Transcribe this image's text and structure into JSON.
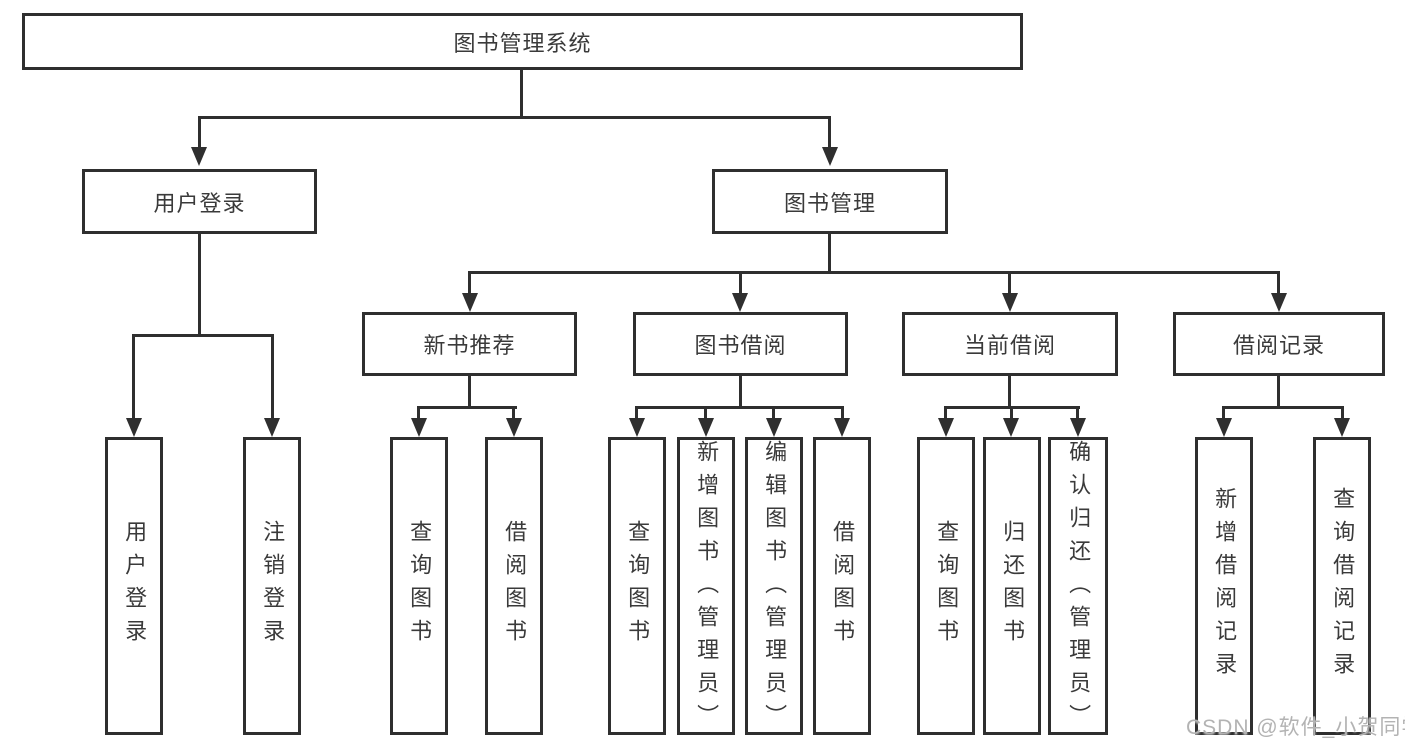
{
  "colors": {
    "background": "#ffffff",
    "line": "#2f2f2f",
    "box_border": "#2f2f2f",
    "text": "#3a3a3a",
    "watermark": "#b3b3b3"
  },
  "tree": {
    "label": "图书管理系统",
    "children": [
      {
        "label": "用户登录",
        "children": [
          {
            "label": "用户登录"
          },
          {
            "label": "注销登录"
          }
        ]
      },
      {
        "label": "图书管理",
        "children": [
          {
            "label": "新书推荐",
            "children": [
              {
                "label": "查询图书"
              },
              {
                "label": "借阅图书"
              }
            ]
          },
          {
            "label": "图书借阅",
            "children": [
              {
                "label": "查询图书"
              },
              {
                "label": "新增图书（管理员）"
              },
              {
                "label": "编辑图书（管理员）"
              },
              {
                "label": "借阅图书"
              }
            ]
          },
          {
            "label": "当前借阅",
            "children": [
              {
                "label": "查询图书"
              },
              {
                "label": "归还图书"
              },
              {
                "label": "确认归还（管理员）"
              }
            ]
          },
          {
            "label": "借阅记录",
            "children": [
              {
                "label": "新增借阅记录"
              },
              {
                "label": "查询借阅记录"
              }
            ]
          }
        ]
      }
    ]
  },
  "watermark": {
    "text": "CSDN @软件_小贺同学"
  }
}
